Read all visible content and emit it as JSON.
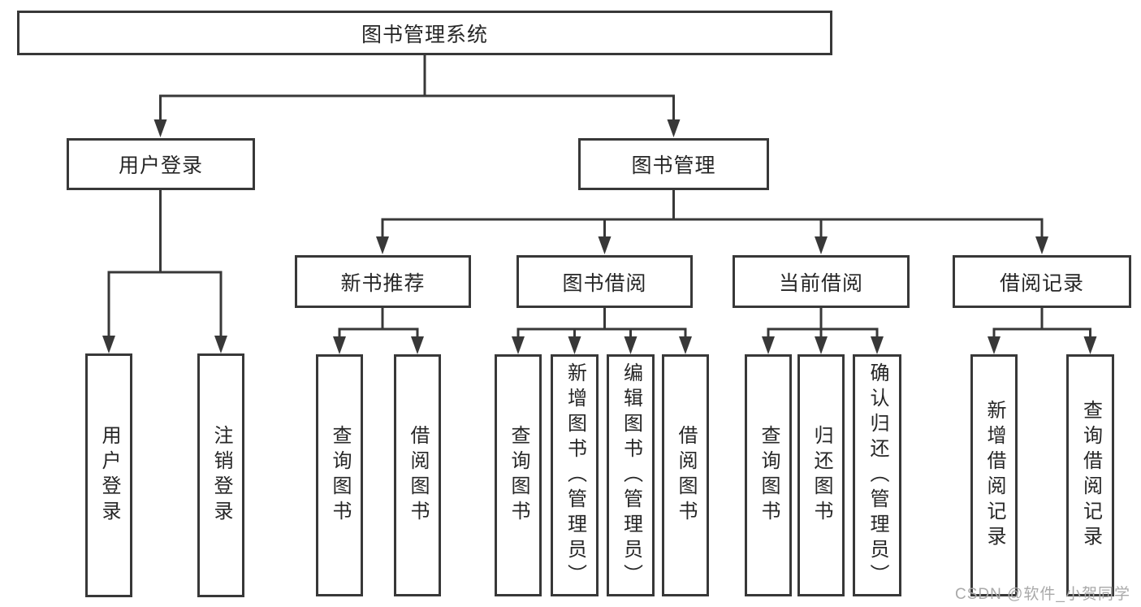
{
  "diagram_title": "图书管理系统",
  "tree": {
    "label": "图书管理系统",
    "children": [
      {
        "label": "用户登录",
        "children": [
          {
            "label": "用户登录"
          },
          {
            "label": "注销登录"
          }
        ]
      },
      {
        "label": "图书管理",
        "children": [
          {
            "label": "新书推荐",
            "children": [
              {
                "label": "查询图书"
              },
              {
                "label": "借阅图书"
              }
            ]
          },
          {
            "label": "图书借阅",
            "children": [
              {
                "label": "查询图书"
              },
              {
                "label": "新增图书（管理员）"
              },
              {
                "label": "编辑图书（管理员）"
              },
              {
                "label": "借阅图书"
              }
            ]
          },
          {
            "label": "当前借阅",
            "children": [
              {
                "label": "查询图书"
              },
              {
                "label": "归还图书"
              },
              {
                "label": "确认归还（管理员）"
              }
            ]
          },
          {
            "label": "借阅记录",
            "children": [
              {
                "label": "新增借阅记录"
              },
              {
                "label": "查询借阅记录"
              }
            ]
          }
        ]
      }
    ]
  },
  "watermark": {
    "text": "CSDN @软件_小贺同学"
  },
  "colors": {
    "line": "#383838",
    "text": "#262626",
    "watermark": "#a9a9a9",
    "background": "#ffffff"
  }
}
